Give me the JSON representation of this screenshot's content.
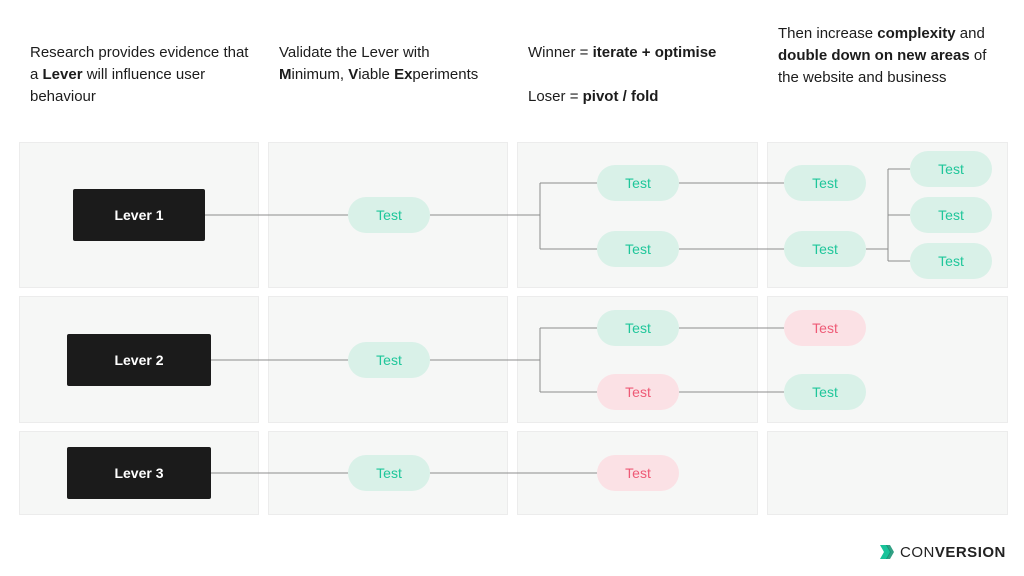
{
  "columns": [
    {
      "id": "research",
      "segments": [
        {
          "text": "Research provides evidence that a ",
          "bold": false
        },
        {
          "text": "Lever",
          "bold": true
        },
        {
          "text": " will influence user behaviour",
          "bold": false
        }
      ]
    },
    {
      "id": "validate",
      "segments": [
        {
          "text": "Validate the Lever with ",
          "bold": false
        },
        {
          "text": "M",
          "bold": true
        },
        {
          "text": "inimum, ",
          "bold": false
        },
        {
          "text": "V",
          "bold": true
        },
        {
          "text": "iable ",
          "bold": false
        },
        {
          "text": "Ex",
          "bold": true
        },
        {
          "text": "periments",
          "bold": false
        }
      ]
    },
    {
      "id": "winner-loser",
      "lines": [
        [
          {
            "text": "Winner = ",
            "bold": false
          },
          {
            "text": "iterate + optimise",
            "bold": true
          }
        ],
        [
          {
            "text": "Loser = ",
            "bold": false
          },
          {
            "text": "pivot / fold",
            "bold": true
          }
        ]
      ]
    },
    {
      "id": "scale",
      "segments": [
        {
          "text": "Then increase ",
          "bold": false
        },
        {
          "text": "complexity",
          "bold": true
        },
        {
          "text": " and ",
          "bold": false
        },
        {
          "text": "double down on new areas",
          "bold": true
        },
        {
          "text": " of the website and business",
          "bold": false
        }
      ]
    }
  ],
  "levers": [
    {
      "label": "Lever 1"
    },
    {
      "label": "Lever 2"
    },
    {
      "label": "Lever 3"
    }
  ],
  "tests": {
    "r1_validate": {
      "label": "Test",
      "outcome": "win"
    },
    "r1_iter_a": {
      "label": "Test",
      "outcome": "win"
    },
    "r1_iter_b": {
      "label": "Test",
      "outcome": "win"
    },
    "r1_scale_a": {
      "label": "Test",
      "outcome": "win"
    },
    "r1_scale_b": {
      "label": "Test",
      "outcome": "win"
    },
    "r1_expand_a": {
      "label": "Test",
      "outcome": "win"
    },
    "r1_expand_b": {
      "label": "Test",
      "outcome": "win"
    },
    "r1_expand_c": {
      "label": "Test",
      "outcome": "win"
    },
    "r2_validate": {
      "label": "Test",
      "outcome": "win"
    },
    "r2_iter_a": {
      "label": "Test",
      "outcome": "win"
    },
    "r2_iter_b": {
      "label": "Test",
      "outcome": "lose"
    },
    "r2_scale_a": {
      "label": "Test",
      "outcome": "lose"
    },
    "r2_scale_b": {
      "label": "Test",
      "outcome": "win"
    },
    "r3_validate": {
      "label": "Test",
      "outcome": "win"
    },
    "r3_iter_a": {
      "label": "Test",
      "outcome": "lose"
    }
  },
  "colors": {
    "win_fill": "#d9f1e8",
    "win_text": "#1fc69a",
    "lose_fill": "#fbe1e5",
    "lose_text": "#ee5a76",
    "lever_fill": "#1b1b1b",
    "logo_accent": "#19c39a"
  },
  "logo": {
    "text_light": "CON",
    "text_bold": "VERSION",
    "icon": "conversion-logo-icon"
  }
}
